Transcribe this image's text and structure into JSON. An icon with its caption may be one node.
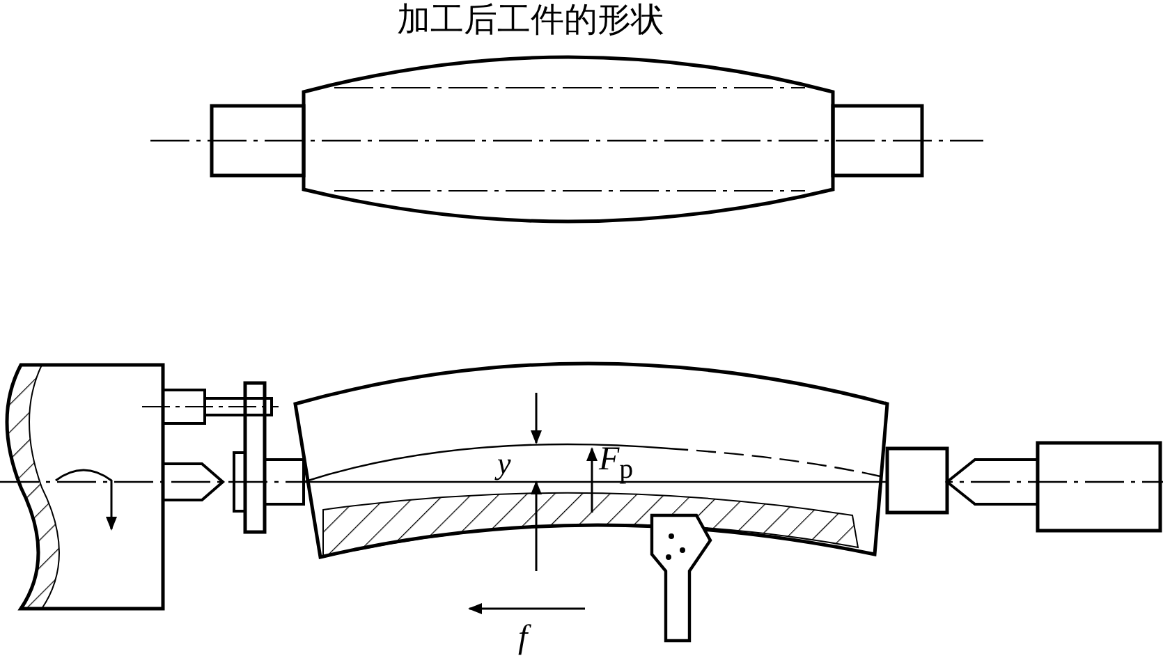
{
  "diagram": {
    "title": "加工后工件的形状",
    "labels": [
      "y",
      "F$_{p}$",
      "f"
    ]
  }
}
